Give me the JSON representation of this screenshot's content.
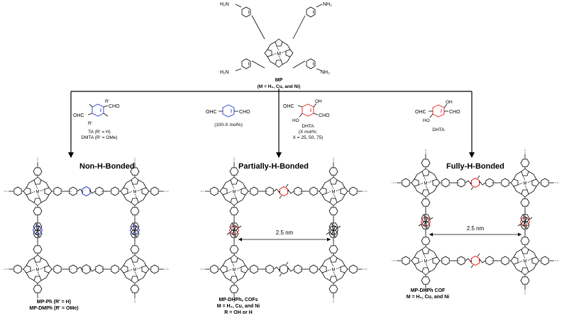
{
  "monomer": {
    "label": "MP",
    "metal_note": "(M = H₂, Cu, and Ni)",
    "nh2": "NH₂",
    "h2n": "H₂N",
    "metal": "M",
    "n": "N"
  },
  "branches": [
    {
      "reagent_left": "OHC",
      "reagent_right": "CHO",
      "substituent": "R'",
      "reagent_name_1": "TA (R' = H)",
      "reagent_name_2": "DMTA (R' = OMe)",
      "title": "Non-H-Bonded",
      "product_1": "MP-Ph (R' = H)",
      "product_2": "MP-DMPh (R' = OMe)"
    },
    {
      "reagent_a_left": "OHC",
      "reagent_a_right": "CHO",
      "reagent_a_name": "(100-X mol%)",
      "reagent_b_left": "OHC",
      "reagent_b_right": "CHO",
      "reagent_b_oh": "OH",
      "reagent_b_ho": "HO",
      "reagent_b_name": "DHTA",
      "reagent_b_mol": "(X mol%;",
      "reagent_b_x": "X = 25, 50, 75)",
      "title": "Partially-H-Bonded",
      "distance": "2.5 nm",
      "product_1": "MP-DHPhₓ COFs",
      "product_2": "M = H₂, Cu, and Ni",
      "product_3": "R = OH or H"
    },
    {
      "reagent_left": "OHC",
      "reagent_right": "CHO",
      "reagent_oh": "OH",
      "reagent_ho": "HO",
      "reagent_name": "DHTA",
      "title": "Fully-H-Bonded",
      "distance": "2.5 nm",
      "product_1": "MP-DHPh COF",
      "product_2": "M = H₂, Cu, and Ni"
    }
  ],
  "colors": {
    "line": "#000000",
    "blue_ring": "#1f39c8",
    "red_ring": "#e0201b"
  }
}
